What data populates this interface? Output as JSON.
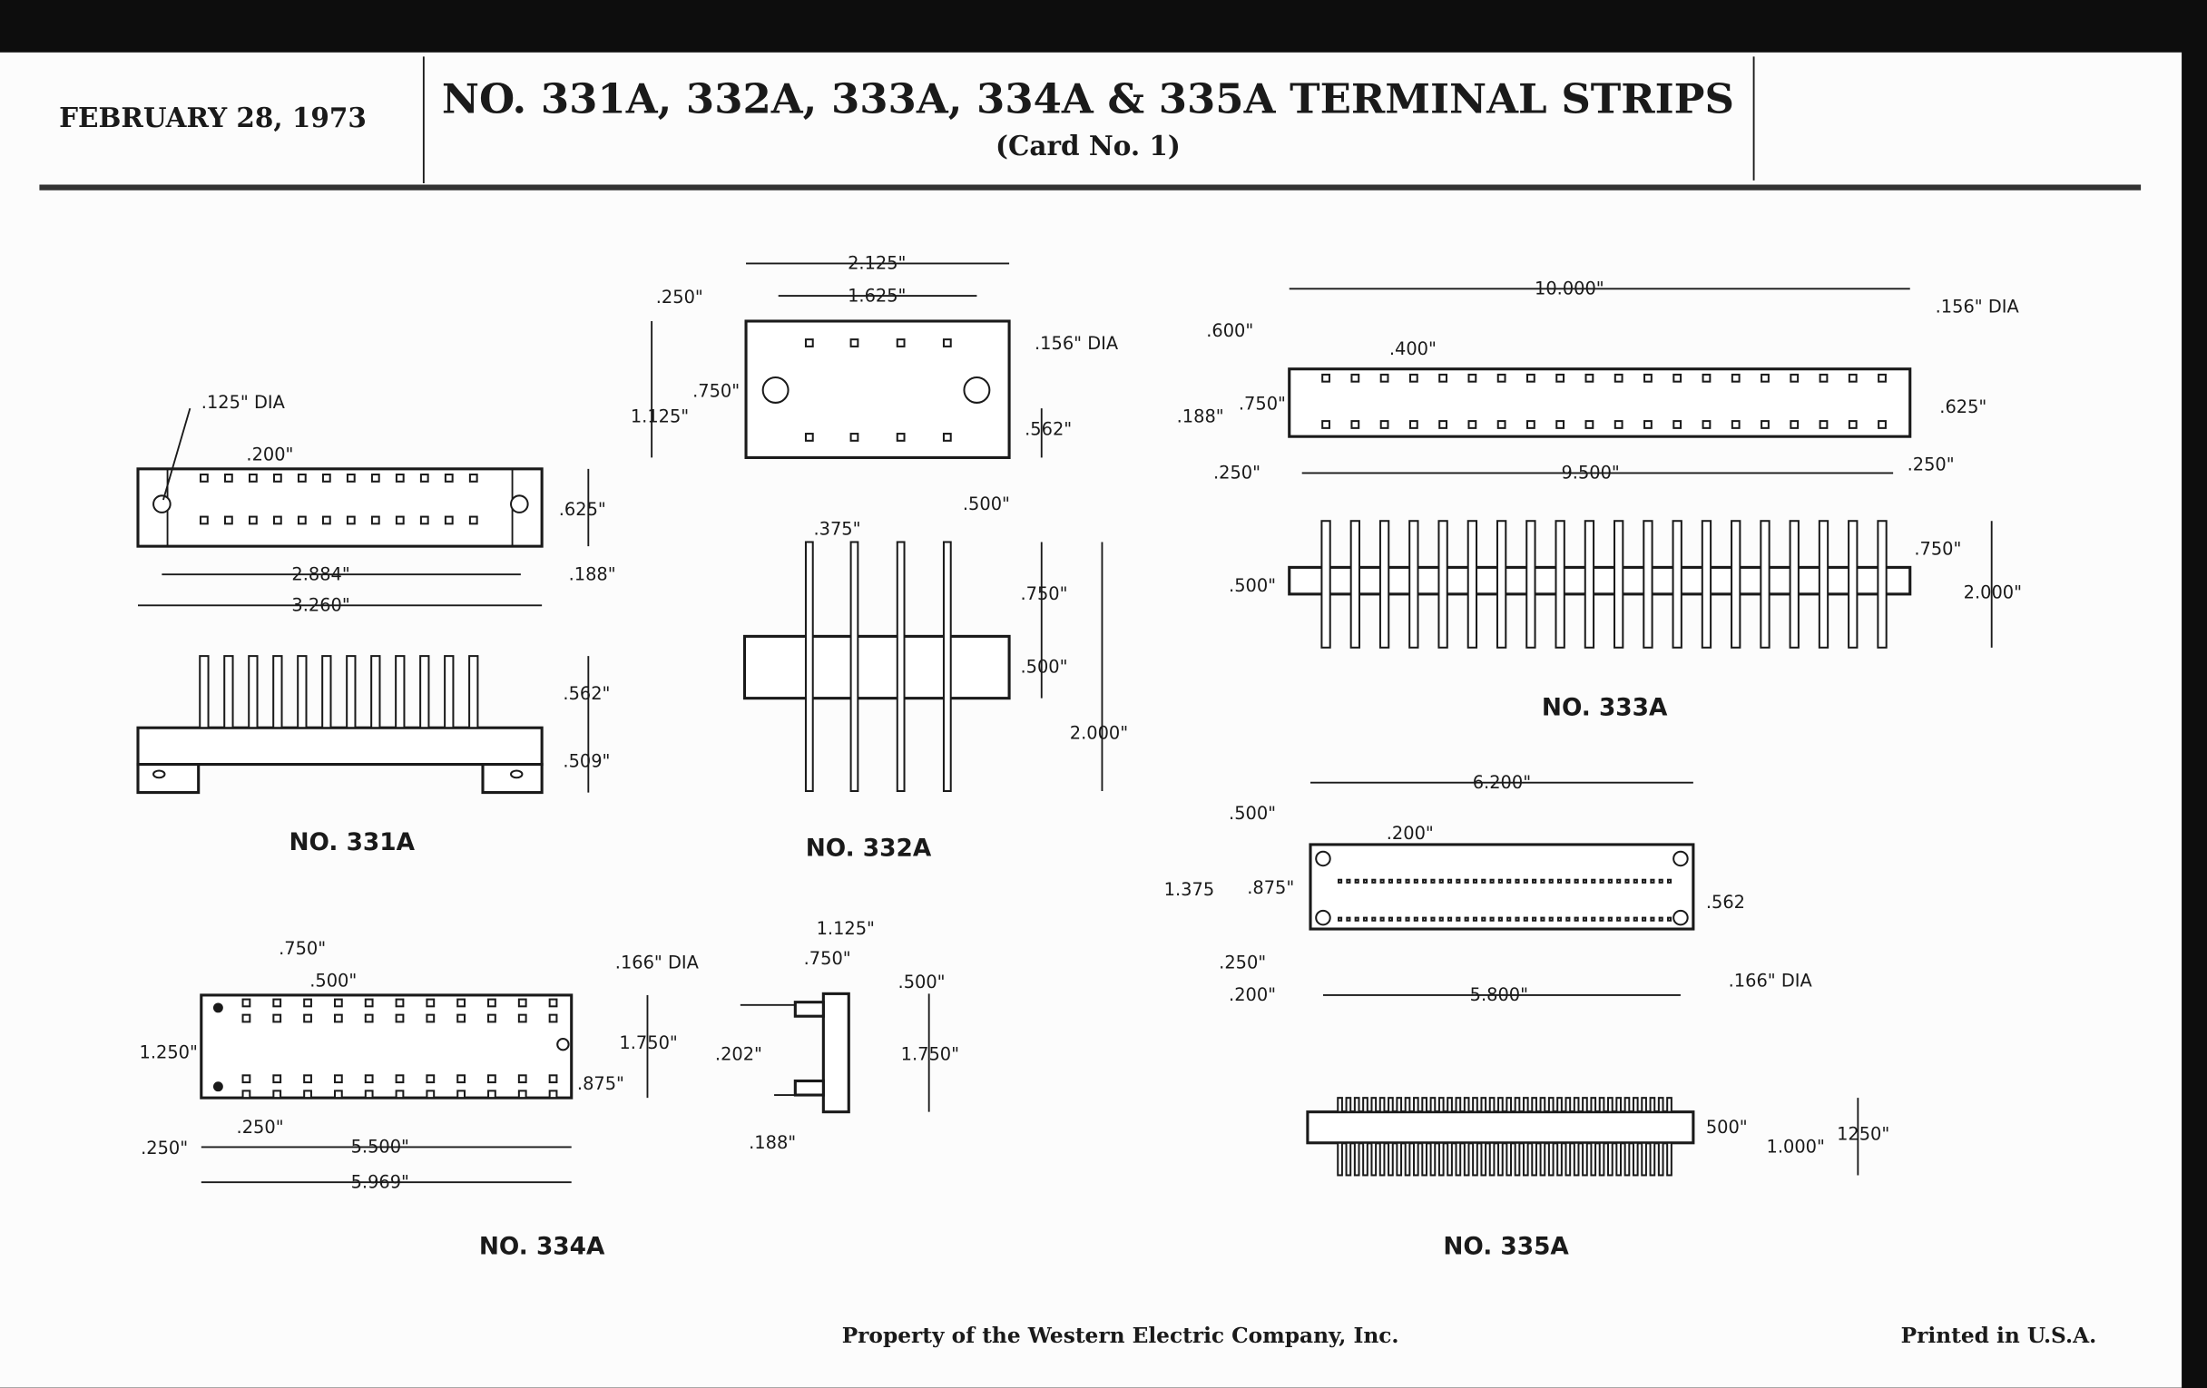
{
  "header": {
    "date": "FEBRUARY 28, 1973",
    "title": "NO. 331A, 332A, 333A, 334A & 335A TERMINAL STRIPS",
    "subtitle": "(Card No. 1)"
  },
  "parts": {
    "p331": {
      "label": "NO. 331A",
      "dims": {
        "dia": ".125\" DIA",
        "pitch": ".200\"",
        "height": ".625\"",
        "edge": ".188\"",
        "holes": "2.884\"",
        "length": "3.260\"",
        "pin": ".562\"",
        "body": ".509\""
      }
    },
    "p332": {
      "label": "NO. 332A",
      "dims": {
        "overall": "2.125\"",
        "inner": "1.625\"",
        "edge": ".250\"",
        "height": "1.125\"",
        "slot": ".750\"",
        "dia": ".156\" DIA",
        "lower": ".562\"",
        "pitch": ".375\"",
        "pin_off": ".500\"",
        "top_pin": ".750\"",
        "body": ".500\"",
        "total": "2.000\""
      }
    },
    "p333": {
      "label": "NO. 333A",
      "dims": {
        "overall": "10.000\"",
        "end": ".600\"",
        "pitch": ".400\"",
        "edge": ".188\"",
        "row": ".750\"",
        "dia": ".156\" DIA",
        "height": ".625\"",
        "rside": ".250\"",
        "lside": ".250\"",
        "holes": "9.500\"",
        "top_pin": ".750\"",
        "body": ".500\"",
        "total": "2.000\""
      }
    },
    "p334": {
      "label": "NO. 334A",
      "dims": {
        "pitch_a": ".750\"",
        "pitch_b": ".500\"",
        "dia": ".166\" DIA",
        "rows": "1.250\"",
        "height": "1.750\"",
        "row2": ".875\"",
        "edge": ".250\"",
        "end": ".250\"",
        "holes": "5.500\"",
        "length": "5.969\"",
        "s_width": "1.125\"",
        "s_a": ".750\"",
        "s_b": ".500\"",
        "s_c": ".202\"",
        "s_height": "1.750\"",
        "s_d": ".188\""
      }
    },
    "p335": {
      "label": "NO. 335A",
      "dims": {
        "overall": "6.200\"",
        "end": ".500\"",
        "pitch": ".200\"",
        "height": "1.375",
        "row": ".875\"",
        "row2": ".562",
        "edge": ".250\"",
        "hole_end": ".200\"",
        "holes": "5.800\"",
        "dia": ".166\" DIA",
        "body": "500\"",
        "mid": "1.000\"",
        "total": "1250\""
      }
    }
  },
  "footer": {
    "property": "Property of the Western Electric Company, Inc.",
    "printed": "Printed in U.S.A."
  }
}
